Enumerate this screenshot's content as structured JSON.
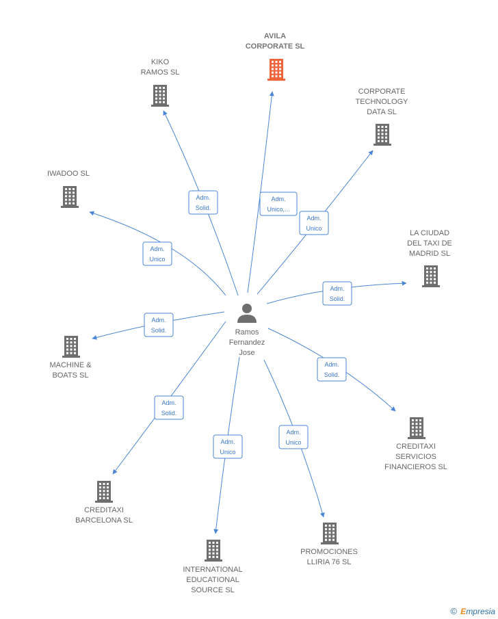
{
  "center": {
    "name_lines": [
      "Ramos",
      "Fernandez",
      "Jose"
    ],
    "icon": "person-icon"
  },
  "colors": {
    "edge": "#4a86d4",
    "building": "#6e6e6e",
    "building_highlight": "#f0643c"
  },
  "nodes": [
    {
      "id": "avila",
      "lines": [
        "AVILA",
        "CORPORATE SL"
      ],
      "highlight": true,
      "relation": [
        "Adm.",
        "Unico,..."
      ],
      "icon": "building-icon"
    },
    {
      "id": "kiko",
      "lines": [
        "KIKO",
        "RAMOS SL"
      ],
      "highlight": false,
      "relation": [
        "Adm.",
        "Solid."
      ],
      "icon": "building-icon"
    },
    {
      "id": "corporate-technology",
      "lines": [
        "CORPORATE",
        "TECHNOLOGY",
        "DATA SL"
      ],
      "highlight": false,
      "relation": [
        "Adm.",
        "Unico"
      ],
      "icon": "building-icon"
    },
    {
      "id": "iwadoo",
      "lines": [
        "IWADOO SL"
      ],
      "highlight": false,
      "relation": [
        "Adm.",
        "Unico"
      ],
      "icon": "building-icon"
    },
    {
      "id": "ciudad-taxi",
      "lines": [
        "LA CIUDAD",
        "DEL TAXI DE",
        "MADRID  SL"
      ],
      "highlight": false,
      "relation": [
        "Adm.",
        "Solid."
      ],
      "icon": "building-icon"
    },
    {
      "id": "machine-boats",
      "lines": [
        "MACHINE &",
        "BOATS SL"
      ],
      "highlight": false,
      "relation": [
        "Adm.",
        "Solid."
      ],
      "icon": "building-icon"
    },
    {
      "id": "creditaxi-servicios",
      "lines": [
        "CREDITAXI",
        "SERVICIOS",
        "FINANCIEROS SL"
      ],
      "highlight": false,
      "relation": [
        "Adm.",
        "Solid."
      ],
      "icon": "building-icon"
    },
    {
      "id": "creditaxi-barcelona",
      "lines": [
        "CREDITAXI",
        "BARCELONA SL"
      ],
      "highlight": false,
      "relation": [
        "Adm.",
        "Solid."
      ],
      "icon": "building-icon"
    },
    {
      "id": "international-educational",
      "lines": [
        "INTERNATIONAL",
        "EDUCATIONAL",
        "SOURCE SL"
      ],
      "highlight": false,
      "relation": [
        "Adm.",
        "Unico"
      ],
      "icon": "building-icon"
    },
    {
      "id": "promociones-lliria",
      "lines": [
        "PROMOCIONES",
        "LLIRIA 76 SL"
      ],
      "highlight": false,
      "relation": [
        "Adm.",
        "Unico"
      ],
      "icon": "building-icon"
    }
  ],
  "footer": {
    "copyright": "©",
    "brand_initial": "E",
    "brand_rest": "mpresia"
  }
}
